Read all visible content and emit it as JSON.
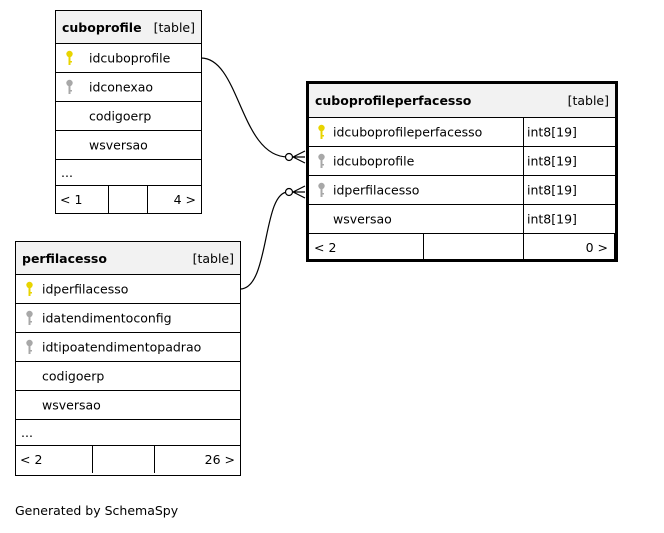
{
  "tables": {
    "cuboprofile": {
      "name": "cuboprofile",
      "type": "[table]",
      "columns": [
        {
          "name": "idcuboprofile",
          "key": "primary"
        },
        {
          "name": "idconexao",
          "key": "foreign"
        },
        {
          "name": "codigoerp",
          "key": "none"
        },
        {
          "name": "wsversao",
          "key": "none"
        }
      ],
      "ellipsis": "...",
      "footer": {
        "left": "< 1",
        "right": "4 >"
      }
    },
    "perfilacesso": {
      "name": "perfilacesso",
      "type": "[table]",
      "columns": [
        {
          "name": "idperfilacesso",
          "key": "primary"
        },
        {
          "name": "idatendimentoconfig",
          "key": "foreign"
        },
        {
          "name": "idtipoatendimentopadrao",
          "key": "foreign"
        },
        {
          "name": "codigoerp",
          "key": "none"
        },
        {
          "name": "wsversao",
          "key": "none"
        }
      ],
      "ellipsis": "...",
      "footer": {
        "left": "< 2",
        "right": "26 >"
      }
    },
    "cuboprofileperfacesso": {
      "name": "cuboprofileperfacesso",
      "type": "[table]",
      "columns": [
        {
          "name": "idcuboprofileperfacesso",
          "key": "primary",
          "dtype": "int8[19]"
        },
        {
          "name": "idcuboprofile",
          "key": "foreign",
          "dtype": "int8[19]"
        },
        {
          "name": "idperfilacesso",
          "key": "foreign",
          "dtype": "int8[19]"
        },
        {
          "name": "wsversao",
          "key": "none",
          "dtype": "int8[19]"
        }
      ],
      "footer": {
        "left": "< 2",
        "right": "0 >"
      }
    }
  },
  "key_colors": {
    "primary": "#e8d400",
    "foreign": "#a8a8a8"
  },
  "generated_by": "Generated by SchemaSpy"
}
